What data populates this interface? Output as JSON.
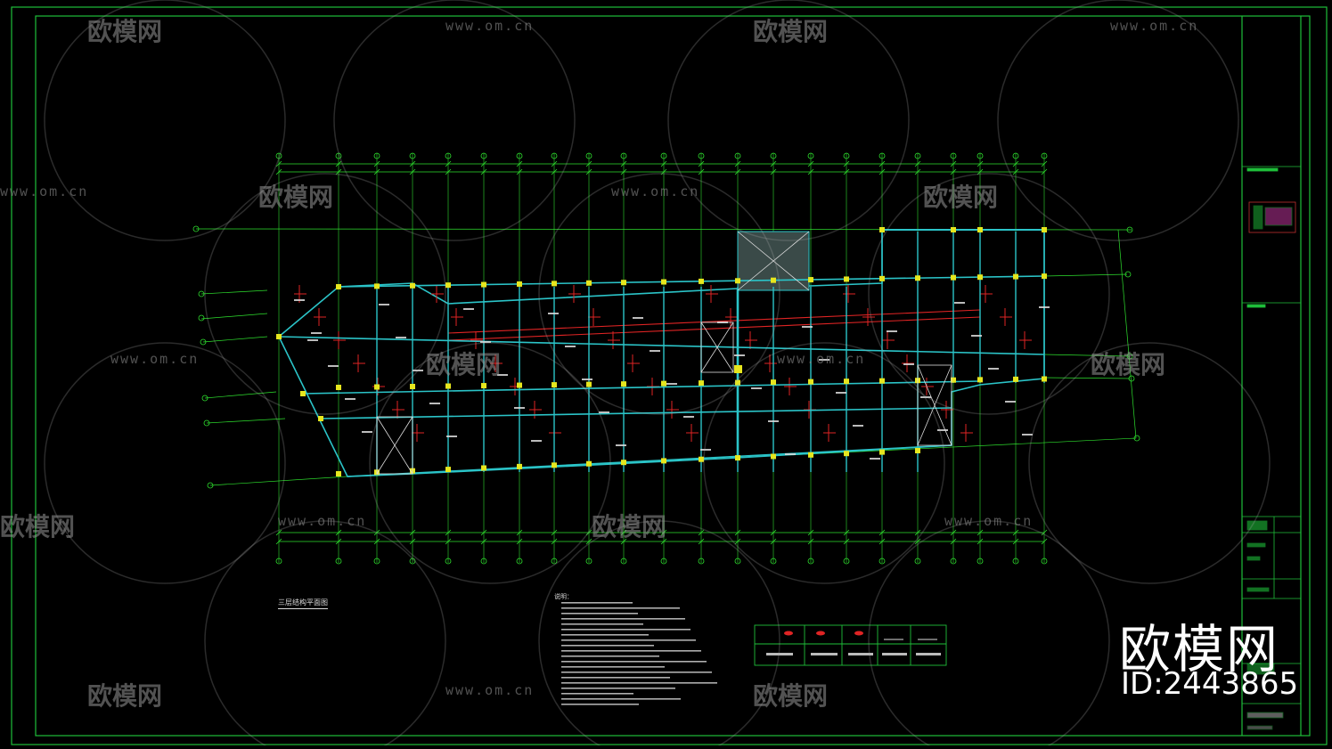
{
  "drawing": {
    "plan_title": "三层结构平面图",
    "notes_title": "说明："
  },
  "watermark": {
    "brand_cn": "欧模网",
    "url": "www.om.cn",
    "id_text": "ID:2443865"
  },
  "colors": {
    "background": "#000000",
    "frame": "#1fbf3a",
    "beam": "#2bc4c8",
    "column": "#e6e61e",
    "axis": "#2ee02e",
    "rebar": "#e02424",
    "text": "#dddddd"
  }
}
